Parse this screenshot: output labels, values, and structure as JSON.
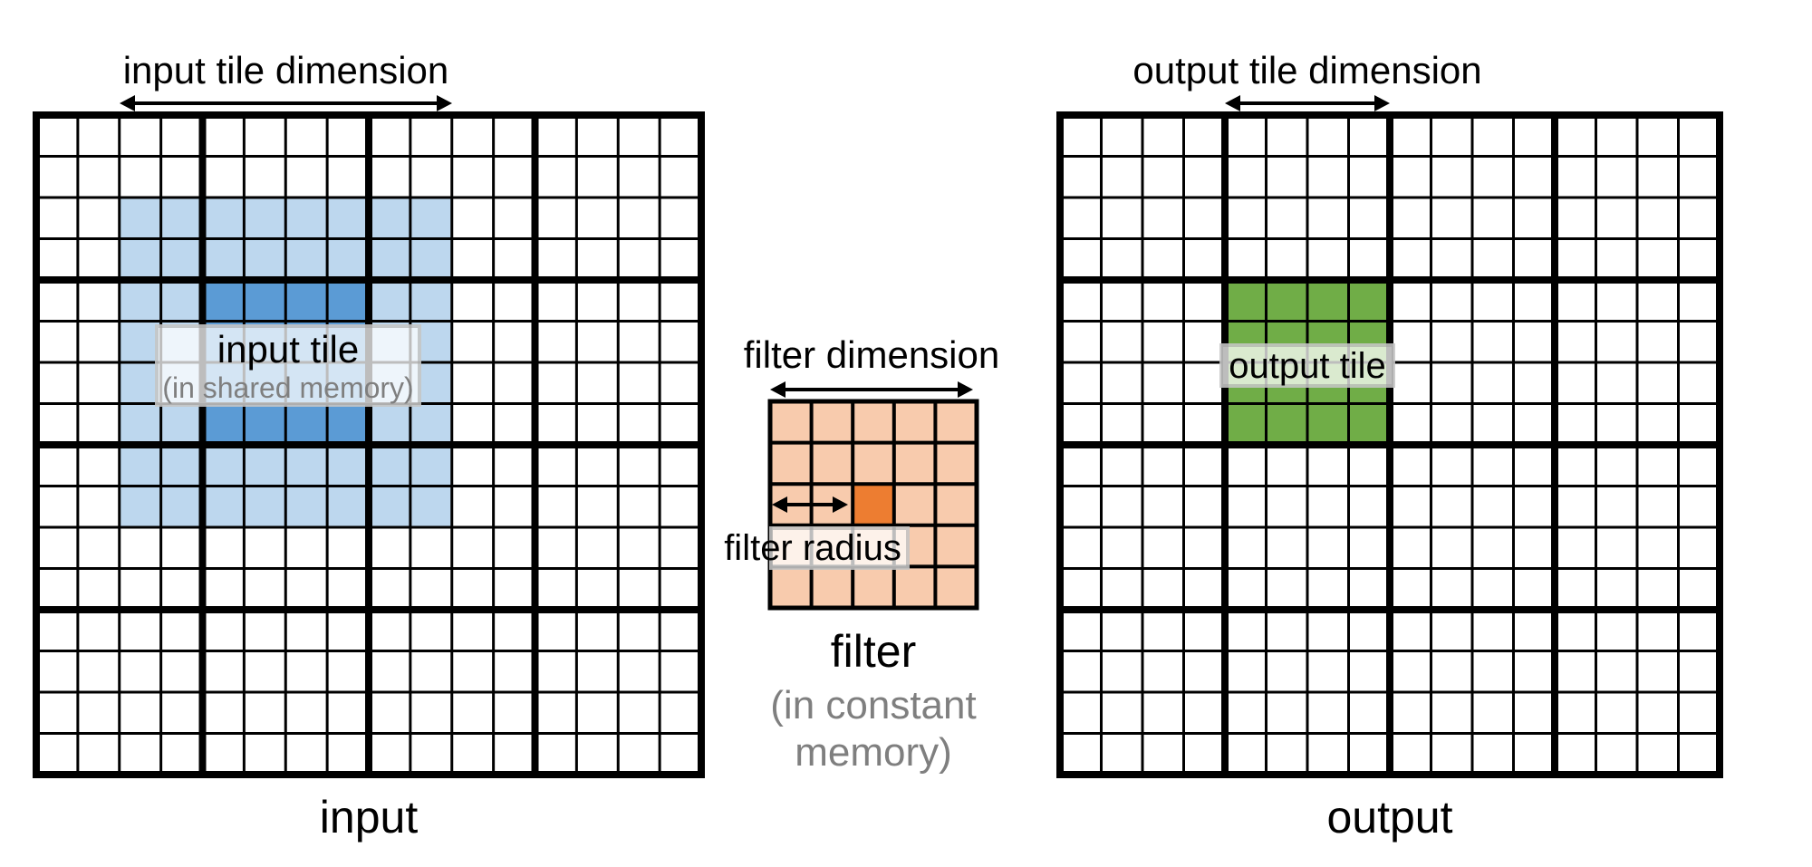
{
  "figure": "tiled 2D convolution: input tile, filter, output tile",
  "labels": {
    "input_tile_dimension": "input tile dimension",
    "output_tile_dimension": "output tile dimension",
    "filter_dimension": "filter dimension",
    "filter_radius": "filter radius",
    "input_tile_line1": "input tile",
    "input_tile_line2": "(in shared memory)",
    "output_tile": "output tile",
    "filter_caption": "filter",
    "filter_note_line1": "(in constant",
    "filter_note_line2": "memory)",
    "input_caption": "input",
    "output_caption": "output"
  },
  "colors": {
    "grid_line": "#000000",
    "light_blue": "#BDD7EE",
    "dark_blue": "#5B9BD5",
    "green": "#70AD47",
    "light_orange": "#F8CBAD",
    "dark_orange": "#ED7D31",
    "gray_text": "#7F7F7F",
    "label_overlay": "rgba(255,255,255,0.74)"
  },
  "grids": {
    "input": {
      "cols": 16,
      "rows": 16,
      "block": 4,
      "thin": 3,
      "thick": 8,
      "regions": [
        {
          "name": "input-tile-halo-region",
          "c0": 2,
          "r0": 2,
          "c1": 9,
          "r1": 9,
          "color_key": "light_blue"
        },
        {
          "name": "input-tile-core-region",
          "c0": 4,
          "r0": 4,
          "c1": 7,
          "r1": 7,
          "color_key": "dark_blue"
        }
      ]
    },
    "filter": {
      "cols": 5,
      "rows": 5,
      "block": 0,
      "thin": 4,
      "thick": 5,
      "base_color": "light_orange",
      "regions": [
        {
          "name": "filter-center-cell",
          "c0": 2,
          "r0": 2,
          "c1": 2,
          "r1": 2,
          "color_key": "dark_orange"
        }
      ]
    },
    "output": {
      "cols": 16,
      "rows": 16,
      "block": 4,
      "thin": 3,
      "thick": 8,
      "regions": [
        {
          "name": "output-tile-region",
          "c0": 4,
          "r0": 4,
          "c1": 7,
          "r1": 7,
          "color_key": "green"
        }
      ]
    }
  }
}
